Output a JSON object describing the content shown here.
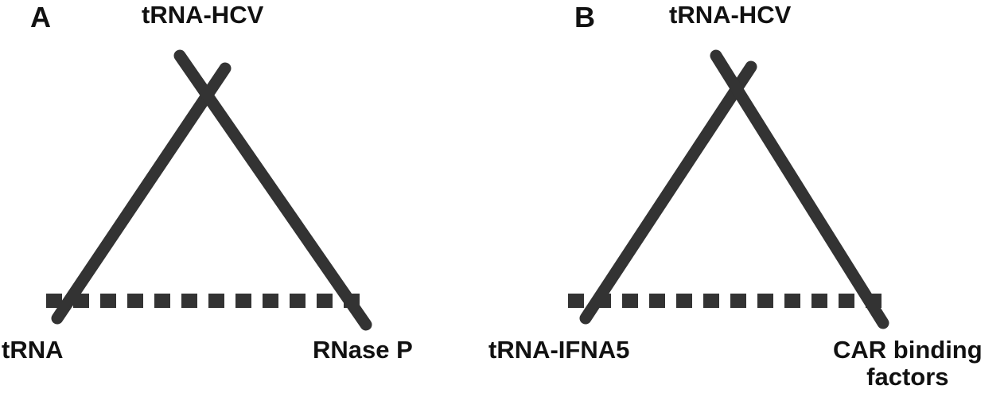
{
  "panels": [
    {
      "letter": "A",
      "top_label": "tRNA-HCV",
      "left_label": "tRNA",
      "right_label": "RNase P"
    },
    {
      "letter": "B",
      "top_label": "tRNA-HCV",
      "left_label": "tRNA-IFNA5",
      "right_label_line1": "CAR binding",
      "right_label_line2": "factors"
    }
  ],
  "colors": {
    "stroke": "#333333",
    "text": "#111111"
  }
}
